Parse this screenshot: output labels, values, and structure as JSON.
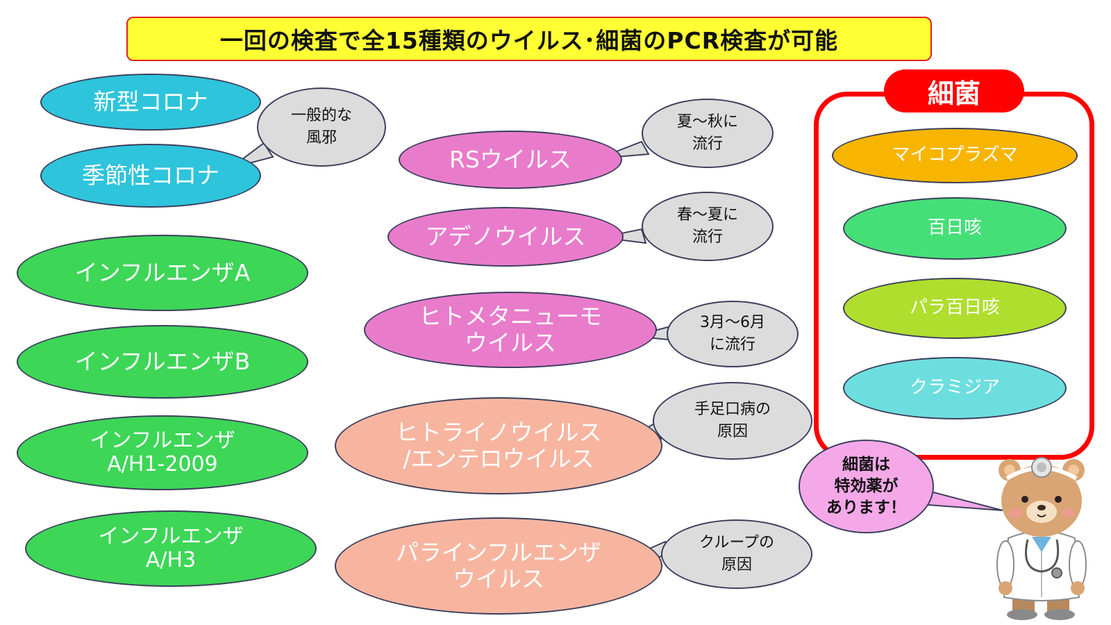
{
  "title": "一回の検査で全15種類のウイルス･細菌のPCR検査が可能",
  "colors": {
    "corona": "#2ec4dc",
    "influenza": "#3dd657",
    "pink": "#e97bcb",
    "salmon": "#f7b5a0",
    "bubble": "#dcdcdc",
    "frame": "#ff0000",
    "title_bg": "#ffff33"
  },
  "corona": [
    {
      "label": "新型コロナ"
    },
    {
      "label": "季節性コロナ"
    }
  ],
  "influenza": [
    {
      "label": "インフルエンザA"
    },
    {
      "label": "インフルエンザB"
    },
    {
      "label": "インフルエンザ\nA/H1-2009"
    },
    {
      "label": "インフルエンザ\nA/H3"
    }
  ],
  "viruses": [
    {
      "label": "RSウイルス"
    },
    {
      "label": "アデノウイルス"
    },
    {
      "label": "ヒトメタニューモ\nウイルス"
    },
    {
      "label": "ヒトライノウイルス\n/エンテロウイルス"
    },
    {
      "label": "パラインフルエンザ\nウイルス"
    }
  ],
  "notes": [
    {
      "text": "一般的な\n風邪"
    },
    {
      "text": "夏～秋に\n流行"
    },
    {
      "text": "春～夏に\n流行"
    },
    {
      "text": "3月～6月\nに流行"
    },
    {
      "text": "手足口病の\n原因"
    },
    {
      "text": "クループの\n原因"
    }
  ],
  "bacteria": {
    "heading": "細菌",
    "items": [
      {
        "label": "マイコプラズマ",
        "color": "#f7b500"
      },
      {
        "label": "百日咳",
        "color": "#45df78"
      },
      {
        "label": "パラ百日咳",
        "color": "#afde2e"
      },
      {
        "label": "クラミジア",
        "color": "#6ddede"
      }
    ]
  },
  "doctor_note": "細菌は\n特効薬が\nあります！"
}
